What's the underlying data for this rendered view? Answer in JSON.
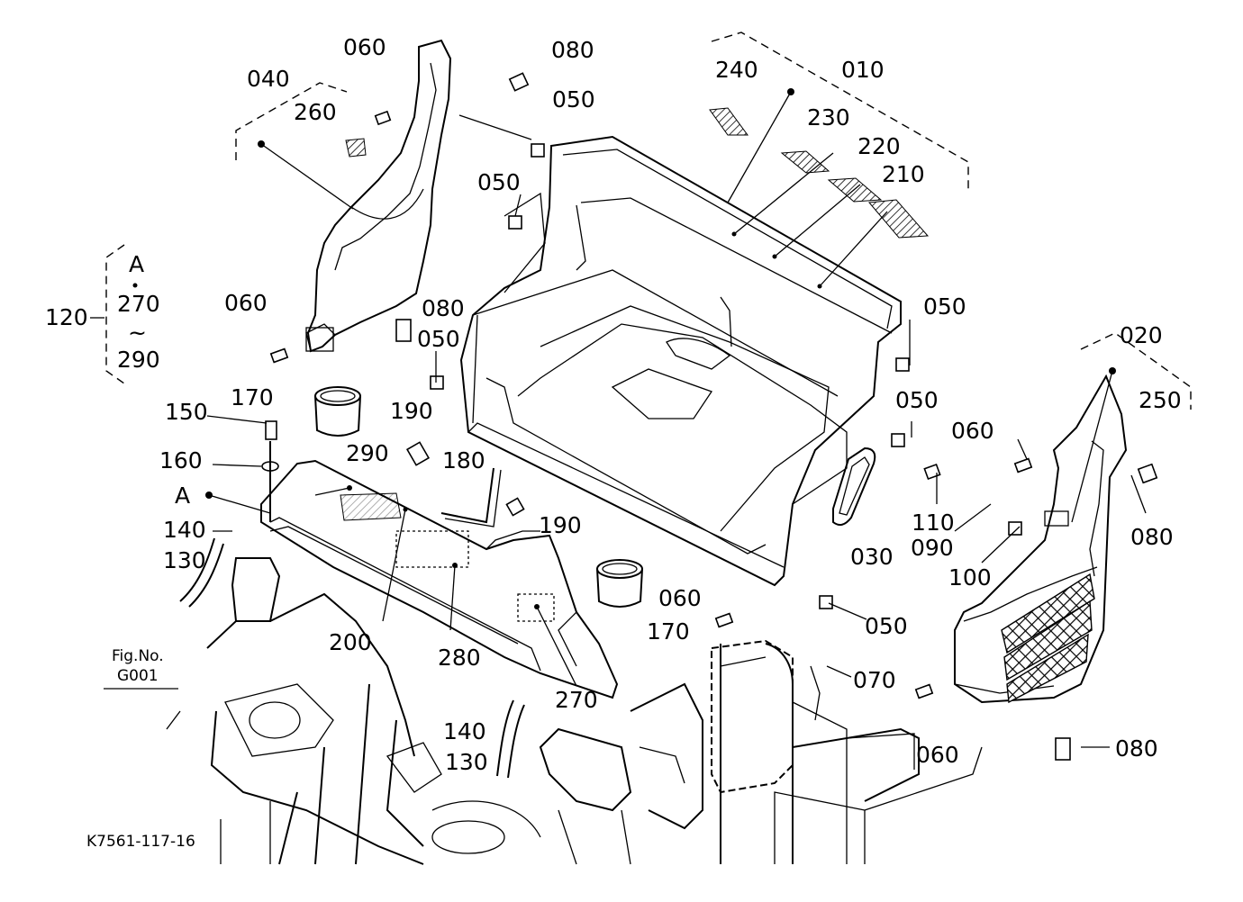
{
  "figure_code": "K7561-117-16",
  "figure_ref": {
    "line1": "Fig.No.",
    "line2": "G001"
  },
  "group_legend": {
    "main": "120",
    "l1": "A",
    "l2": "270",
    "l3": "~",
    "l4": "290"
  },
  "point_ref": "A",
  "parts": {
    "p010": "010",
    "p020": "020",
    "p030": "030",
    "p040": "040",
    "p050": "050",
    "p060": "060",
    "p070": "070",
    "p080": "080",
    "p090": "090",
    "p100": "100",
    "p110": "110",
    "p130": "130",
    "p140": "140",
    "p150": "150",
    "p160": "160",
    "p170": "170",
    "p180": "180",
    "p190": "190",
    "p200": "200",
    "p210": "210",
    "p220": "220",
    "p230": "230",
    "p240": "240",
    "p250": "250",
    "p260": "260",
    "p270": "270",
    "p280": "280",
    "p290": "290"
  }
}
